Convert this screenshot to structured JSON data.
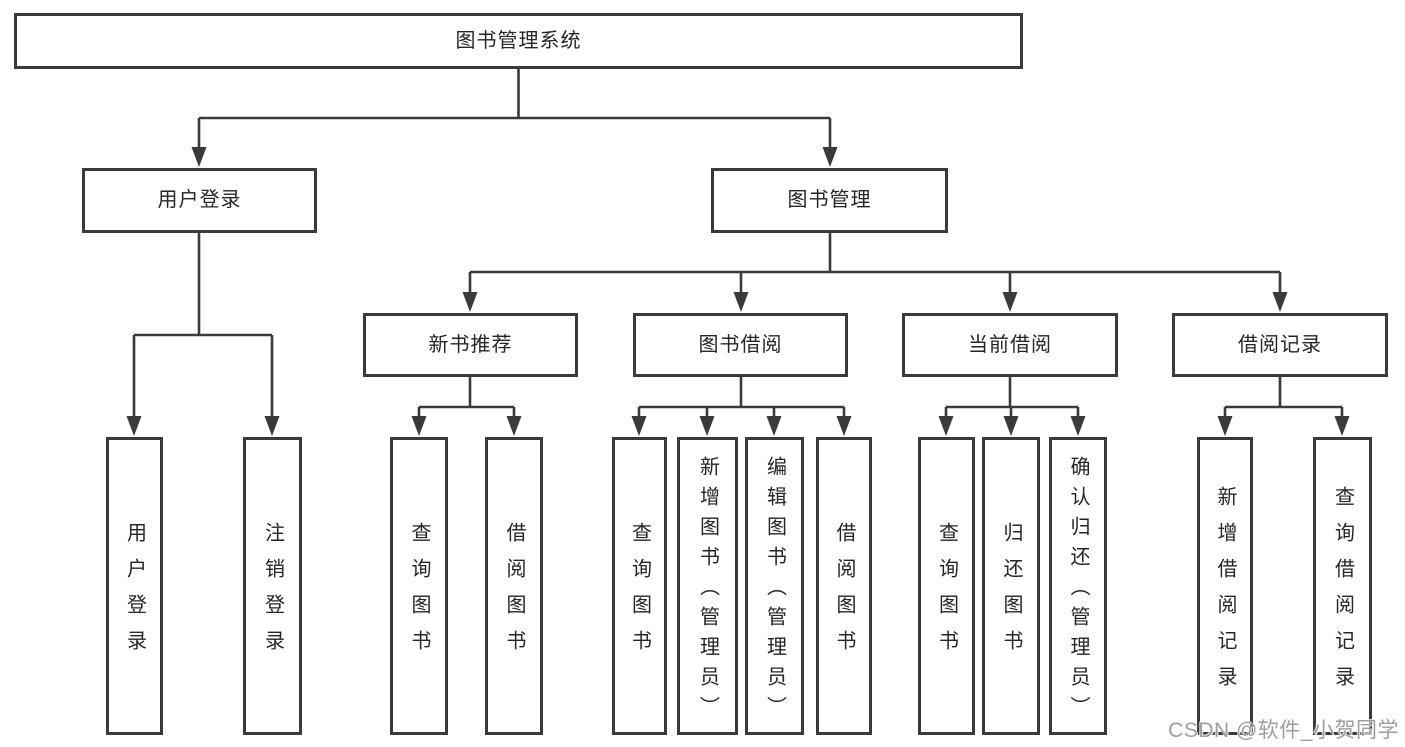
{
  "colors": {
    "bg": "#ffffff",
    "line": "#3a3a3a",
    "border": "#3a3a3a",
    "text": "#262626",
    "watermark": "#9e9e9e"
  },
  "watermark": {
    "text": "CSDN @软件_小贺同学"
  },
  "tree": {
    "root": "图书管理系统",
    "children": [
      {
        "label": "用户登录",
        "children": [
          "用户登录",
          "注销登录"
        ]
      },
      {
        "label": "图书管理",
        "children": [
          {
            "label": "新书推荐",
            "children": [
              "查询图书",
              "借阅图书"
            ]
          },
          {
            "label": "图书借阅",
            "children": [
              "查询图书",
              "新增图书（管理员）",
              "编辑图书（管理员）",
              "借阅图书"
            ]
          },
          {
            "label": "当前借阅",
            "children": [
              "查询图书",
              "归还图书",
              "确认归还（管理员）"
            ]
          },
          {
            "label": "借阅记录",
            "children": [
              "新增借阅记录",
              "查询借阅记录"
            ]
          }
        ]
      }
    ]
  }
}
